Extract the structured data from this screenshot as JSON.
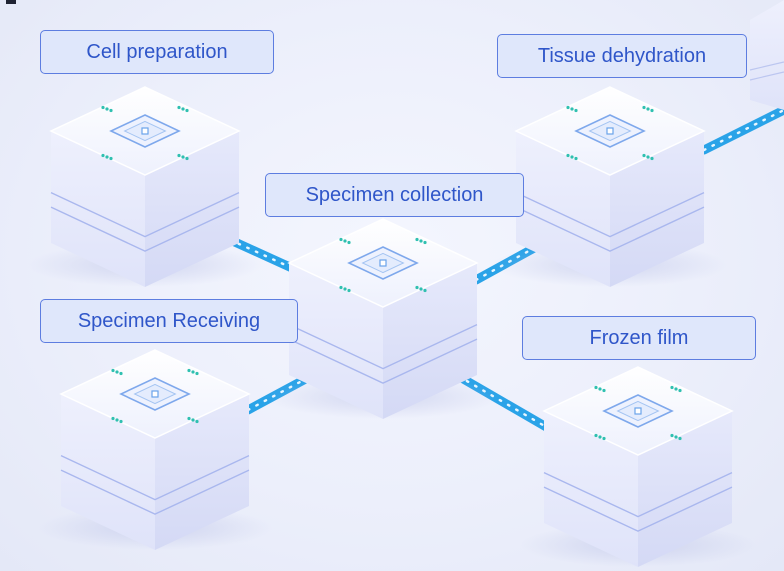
{
  "diagram": {
    "nodes": [
      {
        "id": "cell-preparation",
        "label": "Cell preparation"
      },
      {
        "id": "tissue-dehydration",
        "label": "Tissue dehydration"
      },
      {
        "id": "specimen-collection",
        "label": "Specimen collection"
      },
      {
        "id": "specimen-receiving",
        "label": "Specimen Receiving"
      },
      {
        "id": "frozen-film",
        "label": "Frozen film"
      }
    ],
    "edges": [
      {
        "from": "specimen-collection",
        "to": "cell-preparation"
      },
      {
        "from": "specimen-collection",
        "to": "tissue-dehydration"
      },
      {
        "from": "specimen-collection",
        "to": "specimen-receiving"
      },
      {
        "from": "specimen-collection",
        "to": "frozen-film"
      },
      {
        "from": "tissue-dehydration",
        "to": "offscreen-node"
      }
    ]
  },
  "colors": {
    "label_border": "#5d7de0",
    "label_fill": "#dfe7fb",
    "label_text": "#2f56c9",
    "connector": "#2aa3e8",
    "connector_dots": "#e8f7ff",
    "connector_cap": "#1c8fc8",
    "cube_top": "#f9faff",
    "cube_side": "#e3e6fb",
    "chip": "#6aa3ea",
    "indicator": "#2fc0b0"
  }
}
